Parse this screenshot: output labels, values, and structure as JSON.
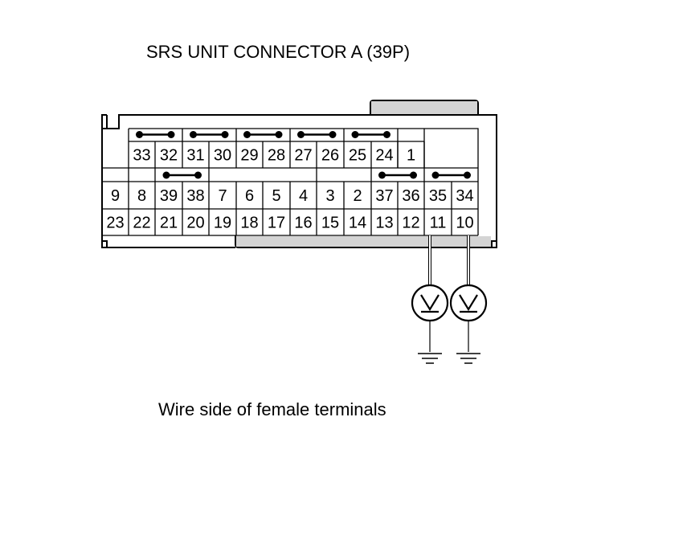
{
  "title": "SRS UNIT CONNECTOR A (39P)",
  "caption": "Wire side of female terminals",
  "connector": {
    "rows": [
      [
        "33",
        "32",
        "31",
        "30",
        "29",
        "28",
        "27",
        "26",
        "25",
        "24",
        "1"
      ],
      [
        "9",
        "8",
        "39",
        "38",
        "7",
        "6",
        "5",
        "4",
        "3",
        "2",
        "37",
        "36",
        "35",
        "34"
      ],
      [
        "23",
        "22",
        "21",
        "20",
        "19",
        "18",
        "17",
        "16",
        "15",
        "14",
        "13",
        "12",
        "11",
        "10"
      ]
    ],
    "shorting_bars": [
      [
        "33",
        "32"
      ],
      [
        "31",
        "30"
      ],
      [
        "29",
        "28"
      ],
      [
        "27",
        "26"
      ],
      [
        "25",
        "24"
      ],
      [
        "39",
        "38"
      ],
      [
        "37",
        "36"
      ],
      [
        "35",
        "34"
      ]
    ],
    "probed_terminals": [
      "11",
      "10"
    ]
  },
  "meters": [
    {
      "terminal": "11",
      "symbol": "V"
    },
    {
      "terminal": "10",
      "symbol": "V"
    }
  ]
}
